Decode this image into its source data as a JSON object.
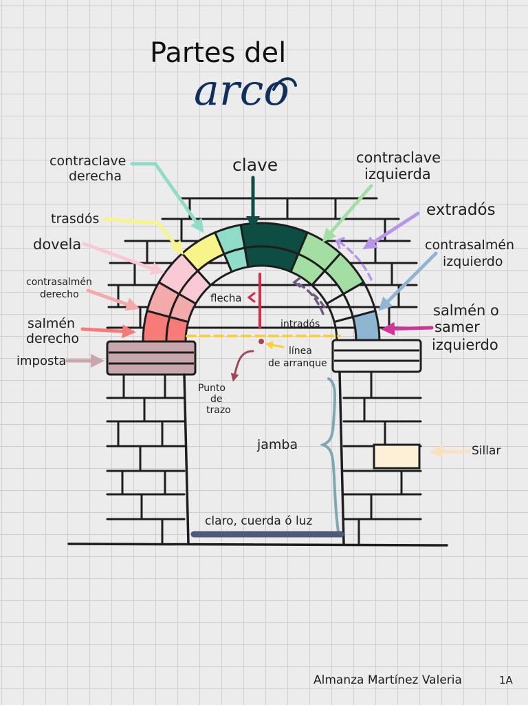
{
  "title": {
    "line1": "Partes del",
    "line2": "arco"
  },
  "labels": {
    "contraclave_derecha": [
      "contraclave",
      "derecha"
    ],
    "clave": "clave",
    "contraclave_izquierda": [
      "contraclave",
      "izquierda"
    ],
    "trasdos": "trasdós",
    "extrados": "extradós",
    "dovela": "dovela",
    "contrasalmen_izquierdo": [
      "contrasalmén",
      "izquierdo"
    ],
    "contrasalmen_derecho": [
      "contrasalmén",
      "derecho"
    ],
    "flecha": "flecha",
    "intrados": "intradós",
    "salmen_izquierdo": [
      "salmén o",
      "samer",
      "izquierdo"
    ],
    "salmen_derecho": [
      "salmén",
      "derecho"
    ],
    "linea_arranque": [
      "línea",
      "de arranque"
    ],
    "imposta": "imposta",
    "punto_trazo": [
      "Punto",
      "de",
      "trazo"
    ],
    "jamba": "jamba",
    "sillar": "Sillar",
    "claro": "claro, cuerda ó luz"
  },
  "author": "Almanza Martínez Valeria",
  "group": "1A",
  "colors": {
    "clave": "#0d4d44",
    "contraclave_derecha": "#8fdcc8",
    "contraclave_izquierda": "#a3dfa3",
    "trasdos": "#f7f48a",
    "extrados": "#b696e6",
    "dovela": "#f9c9d6",
    "contrasalmen_izquierdo": "#8fb6d0",
    "contrasalmen_derecho": "#f2aaaa",
    "flecha": "#d52a4a",
    "intrados": "#6f5a80",
    "salmen_izquierdo": "#d0359a",
    "salmen_derecho": "#f77c78",
    "linea_arranque": "#f6d040",
    "imposta": "#c9a5ac",
    "punto_trazo": "#a3455a",
    "jamba": "#7fa7b2",
    "sillar": "#fdf0d6",
    "claro": "#4c5b75",
    "outline": "#1e1e1e"
  }
}
